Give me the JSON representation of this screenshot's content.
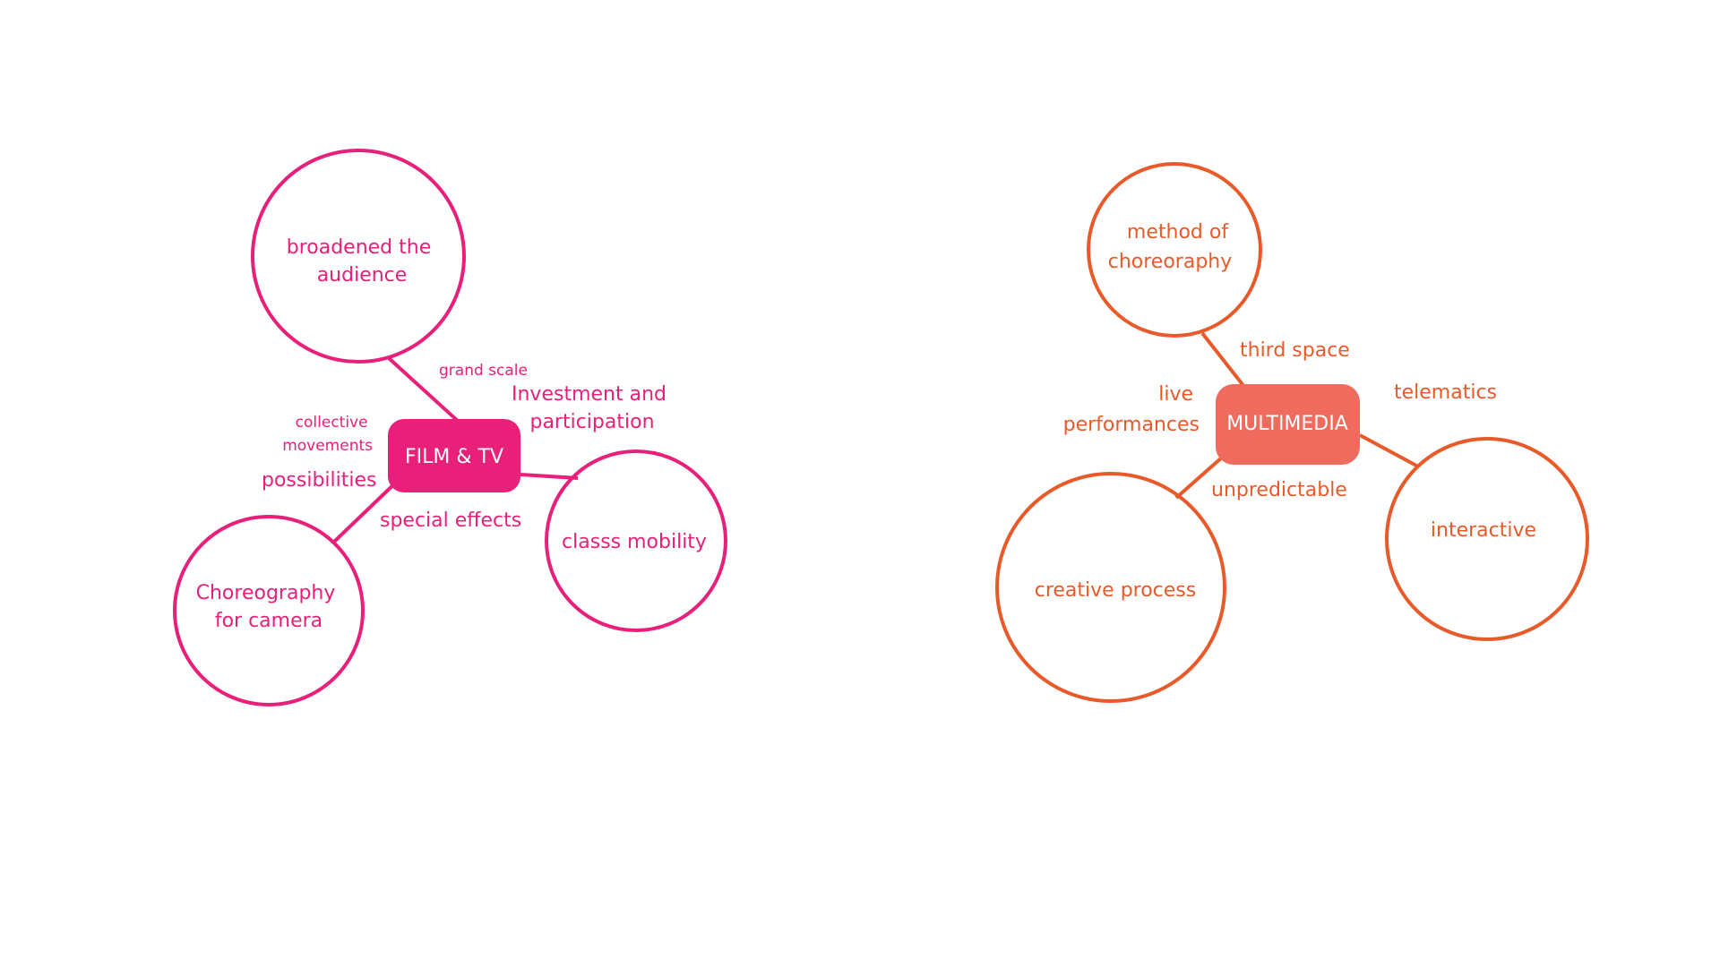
{
  "colors": {
    "film": "#e8207a",
    "multimedia_stroke": "#e85a2a",
    "multimedia_hub": "#ef6b5e",
    "hub_text": "#ffffff",
    "background": "#ffffff"
  },
  "film": {
    "hub": "FILM & TV",
    "nodes": {
      "audience": [
        "broadened the",
        "audience"
      ],
      "camera": [
        "Choreography",
        "for camera"
      ],
      "mobility": [
        "classs mobility"
      ]
    },
    "labels": {
      "grand_scale": "grand scale",
      "investment": [
        "Investment and",
        "participation"
      ],
      "collective": [
        "collective",
        "movements"
      ],
      "possibilities": "possibilities",
      "special_effects": "special effects"
    }
  },
  "multimedia": {
    "hub": "MULTIMEDIA",
    "nodes": {
      "method": [
        "method of",
        "choreoraphy"
      ],
      "creative": [
        "creative process"
      ],
      "interactive": [
        "interactive"
      ]
    },
    "labels": {
      "third_space": "third space",
      "telematics": "telematics",
      "live": [
        "live",
        "performances"
      ],
      "unpredictable": "unpredictable"
    }
  }
}
